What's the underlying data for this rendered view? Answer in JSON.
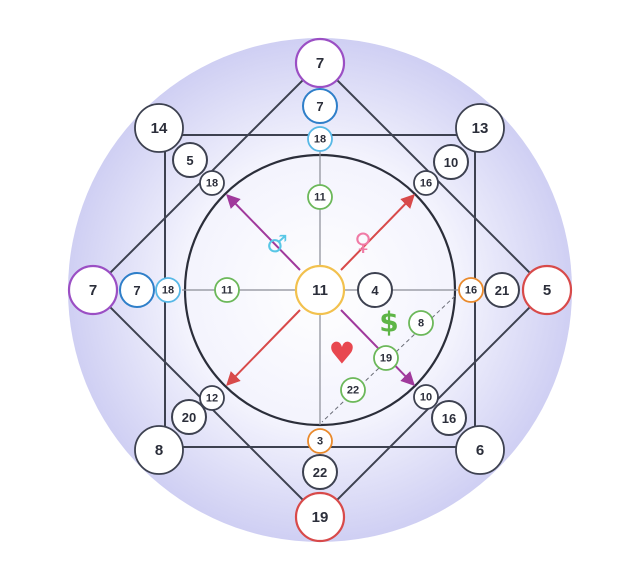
{
  "colors": {
    "purple": "#9b4fc4",
    "red": "#d84a4a",
    "blue": "#2f7fc9",
    "light_blue": "#57b8e6",
    "green": "#6cb85a",
    "orange": "#e98a2c",
    "gold": "#f2c14e",
    "dark": "#3d4150",
    "male": "#58c7e6",
    "female": "#f07aa6",
    "dollar": "#5eb547",
    "heart": "#e8474f"
  },
  "points": {
    "top": "7",
    "top_inner": "7",
    "top_small": "18",
    "top_mid": "11",
    "left": "7",
    "left_inner": "7",
    "left_small": "18",
    "left_mid": "11",
    "right": "5",
    "right_inner": "21",
    "right_small": "16",
    "right_mid": "4",
    "bottom": "19",
    "bottom_inner": "22",
    "bottom_small": "3",
    "center": "11",
    "corner_tl": "14",
    "corner_tl_inner": "5",
    "corner_tl_small": "18",
    "corner_tr": "13",
    "corner_tr_inner": "10",
    "corner_tr_small": "16",
    "corner_bl": "8",
    "corner_bl_inner": "20",
    "corner_bl_small": "12",
    "corner_br": "6",
    "corner_br_inner": "16",
    "corner_br_small": "10",
    "money_a": "8",
    "money_b": "19",
    "money_c": "22"
  },
  "symbols": {
    "male": "♂",
    "female": "♀",
    "dollar": "$",
    "heart": "♥"
  }
}
